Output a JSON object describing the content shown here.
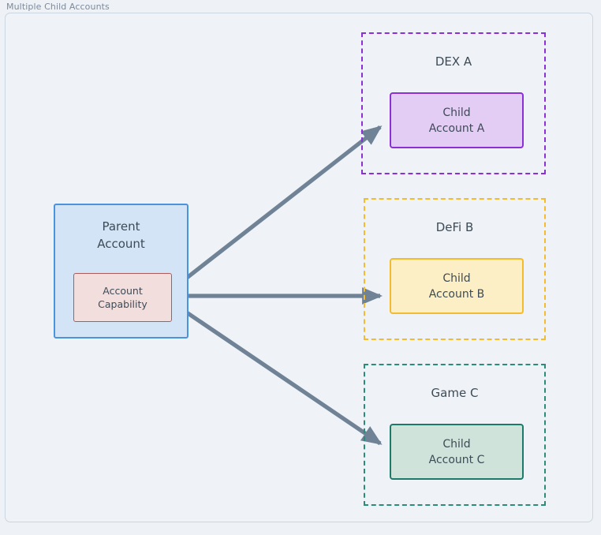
{
  "frame": {
    "title": "Multiple Child Accounts"
  },
  "parent": {
    "label": "Parent\nAccount",
    "capability_label": "Account\nCapability",
    "fill": "#d4e4f7",
    "border": "#4a94de",
    "capability_fill": "#f3dede",
    "capability_border": "#b05a58"
  },
  "platforms": [
    {
      "id": "dex-a",
      "label": "DEX A",
      "child_label": "Child\nAccount A",
      "border": "#8b2fd6",
      "child_fill": "#e4cdf5",
      "child_border": "#8b2fd6"
    },
    {
      "id": "defi-b",
      "label": "DeFi B",
      "child_label": "Child\nAccount B",
      "border": "#f4bc2c",
      "child_fill": "#fdefc5",
      "child_border": "#f4bc2c"
    },
    {
      "id": "game-c",
      "label": "Game C",
      "child_label": "Child\nAccount C",
      "border": "#2a8c79",
      "child_fill": "#cfe3db",
      "child_border": "#1e7a68"
    }
  ],
  "arrows": {
    "color": "#6f8296",
    "count": 3,
    "targets": [
      "Child Account A",
      "Child Account B",
      "Child Account C"
    ]
  },
  "colors": {
    "background": "#eff2f6",
    "frame_border": "#ccd6e0",
    "text": "#3d4b56",
    "title_text": "#7c8b9c"
  }
}
